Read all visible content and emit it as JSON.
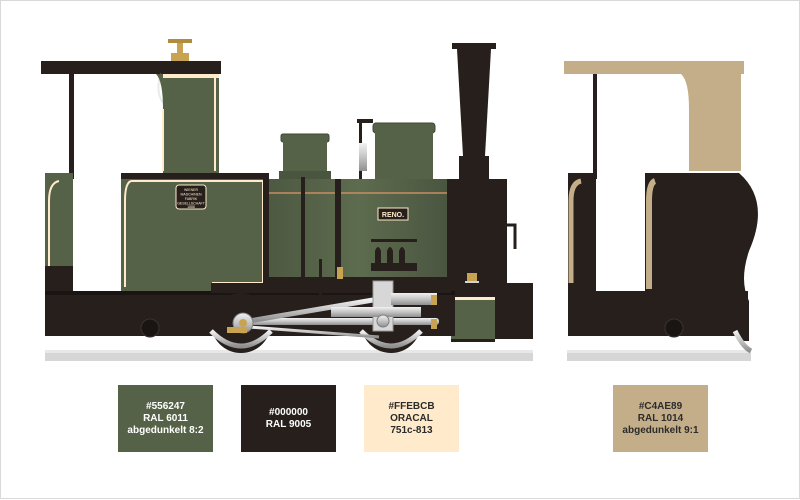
{
  "locomotive": {
    "name_plate": "RENO.",
    "builder_plate": [
      "WIENER",
      "MASCHINEN",
      "FABRIK",
      "GESELLSCHAFT",
      "1888"
    ]
  },
  "swatches": [
    {
      "hex": "#556247",
      "line1": "#556247",
      "line2": "RAL 6011",
      "line3": "abgedunkelt 8:2",
      "text_color": "#ffffff"
    },
    {
      "hex": "#261f1c",
      "line1": "#000000",
      "line2": "RAL 9005",
      "line3": "",
      "text_color": "#ffffff"
    },
    {
      "hex": "#FFEBCB",
      "line1": "#FFEBCB",
      "line2": "ORACAL",
      "line3": "751c-813",
      "text_color": "#2b2b2b"
    },
    {
      "hex": "#C4AE89",
      "line1": "#C4AE89",
      "line2": "RAL 1014",
      "line3": "abgedunkelt 9:1",
      "text_color": "#2b2b2b"
    }
  ],
  "colors": {
    "green": "#556247",
    "black": "#261f1c",
    "cream": "#FFEBCB",
    "tan": "#C4AE89",
    "rail": "#d4d4d4",
    "steel": "#c9c9c9",
    "brass": "#c8a452"
  }
}
